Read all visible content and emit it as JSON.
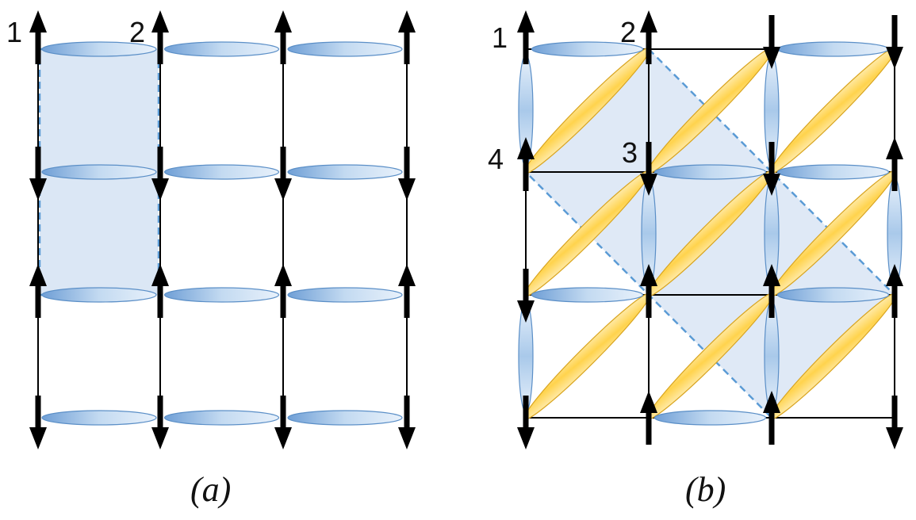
{
  "panel_a": {
    "caption": "(a)",
    "site_labels": [
      "1",
      "2"
    ],
    "columns": 4,
    "rows": 4,
    "spin_columns": [
      [
        "up",
        "down",
        "up",
        "down"
      ],
      [
        "up",
        "down",
        "up",
        "down"
      ],
      [
        "up",
        "down",
        "up",
        "down"
      ],
      [
        "up",
        "down",
        "up",
        "down"
      ]
    ]
  },
  "panel_b": {
    "caption": "(b)",
    "site_labels": [
      "1",
      "2",
      "3",
      "4"
    ],
    "columns": 4,
    "rows": 4,
    "spin_columns": [
      [
        "up",
        "up",
        "down",
        "down"
      ],
      [
        "up",
        "down",
        "up",
        "up"
      ],
      [
        "down",
        "down",
        "up",
        "up"
      ],
      [
        "down",
        "up",
        "up",
        "down"
      ]
    ]
  },
  "colors": {
    "bond_blue": "#9dc3e6",
    "bond_blue_edge": "#5b8fc7",
    "bond_yellow": "#ffd966",
    "bond_yellow_edge": "#d9a520",
    "cell_fill": "#dbe7f5",
    "cell_border": "#5b9bd5",
    "lattice": "#000000"
  }
}
